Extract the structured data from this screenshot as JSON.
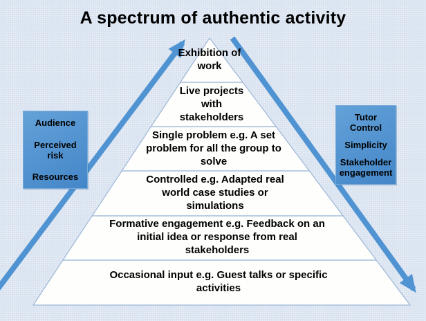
{
  "title": "A spectrum of authentic activity",
  "pyramid": {
    "levels": [
      {
        "label": "Exhibition of work"
      },
      {
        "label": "Live projects with stakeholders"
      },
      {
        "label": "Single problem e.g. A set problem for all the group to solve"
      },
      {
        "label": "Controlled e.g. Adapted real world case studies or simulations"
      },
      {
        "label": "Formative engagement e.g. Feedback on an initial idea or response from real stakeholders"
      },
      {
        "label": "Occasional input e.g. Guest talks or specific activities"
      }
    ]
  },
  "left_box": {
    "items": [
      "Audience",
      "Perceived risk",
      "Resources"
    ]
  },
  "right_box": {
    "items": [
      "Tutor Control",
      "Simplicity",
      "Stakeholder engagement"
    ]
  },
  "arrows": [
    {
      "name": "ascending-arrow",
      "direction": "up"
    },
    {
      "name": "descending-arrow",
      "direction": "down"
    }
  ],
  "colors": {
    "background": "#d9e3f0",
    "accent_blue": "#4f93d2",
    "box_fill": "#4f96d4",
    "pyramid_fill": "#fefefc",
    "pyramid_border": "#9cb6d8",
    "text": "#000000"
  }
}
